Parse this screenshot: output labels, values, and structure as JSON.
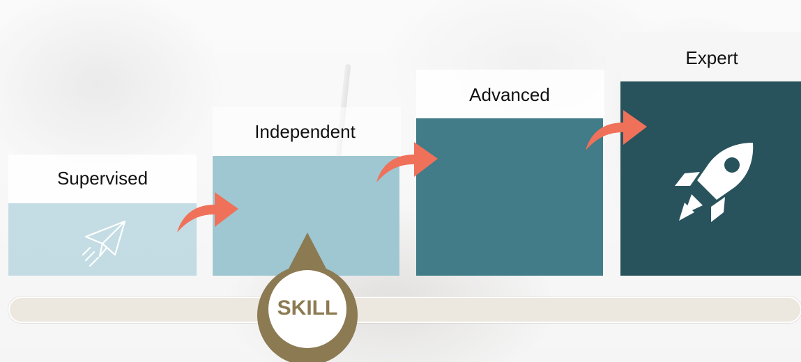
{
  "steps": [
    {
      "label": "Supervised",
      "color": "#bed9e1",
      "icon": "paper-plane-icon"
    },
    {
      "label": "Independent",
      "color": "#9ec7d2",
      "icon": ""
    },
    {
      "label": "Advanced",
      "color": "#417c88",
      "icon": ""
    },
    {
      "label": "Expert",
      "color": "#29535c",
      "icon": "rocket-icon"
    }
  ],
  "arrow_color": "#f07159",
  "marker": {
    "label": "SKILL",
    "color": "#8c7a52"
  }
}
